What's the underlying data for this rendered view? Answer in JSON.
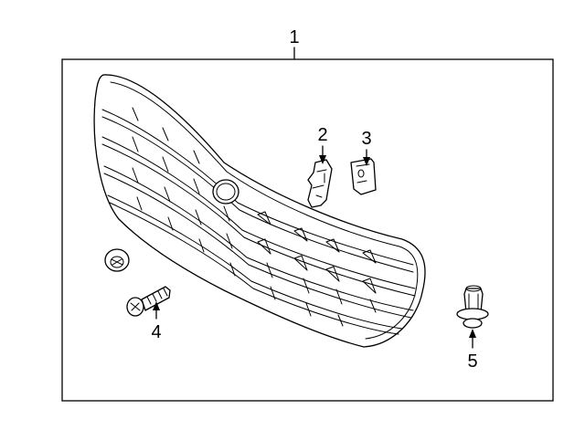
{
  "diagram": {
    "callouts": [
      {
        "id": "grille-assembly",
        "label": "1"
      },
      {
        "id": "bracket",
        "label": "2"
      },
      {
        "id": "clip",
        "label": "3"
      },
      {
        "id": "screw",
        "label": "4"
      },
      {
        "id": "push-retainer",
        "label": "5"
      }
    ],
    "colors": {
      "line": "#000000",
      "background": "#ffffff"
    }
  }
}
